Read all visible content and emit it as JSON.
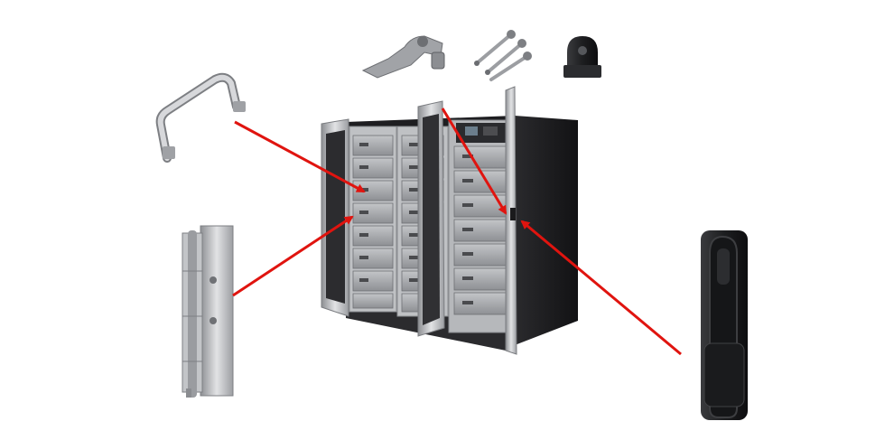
{
  "scene": {
    "background": "#ffffff",
    "cabinet": {
      "body_color": "#1b1b1d",
      "door_frame_color": "#c9cacd",
      "drawer_color": "#a7a9ad",
      "open_doors": 2,
      "drawer_columns": 3,
      "drawer_rows": 8
    },
    "components": [
      {
        "id": "u-handle",
        "icon": "u-handle-icon",
        "color": "#c2c4c8"
      },
      {
        "id": "hinge",
        "icon": "hinge-icon",
        "color": "#b7b9bd"
      },
      {
        "id": "latch-bracket",
        "icon": "latch-bracket-icon",
        "color": "#9a9ca0"
      },
      {
        "id": "bolts",
        "icon": "bolts-icon",
        "color": "#a9abaf"
      },
      {
        "id": "lock-cylinder",
        "icon": "lock-cylinder-icon",
        "color": "#3b3c3f"
      },
      {
        "id": "swing-handle",
        "icon": "swing-handle-icon",
        "color": "#232427"
      }
    ],
    "pointer_color": "#e0140f",
    "pointer_count": 4
  }
}
